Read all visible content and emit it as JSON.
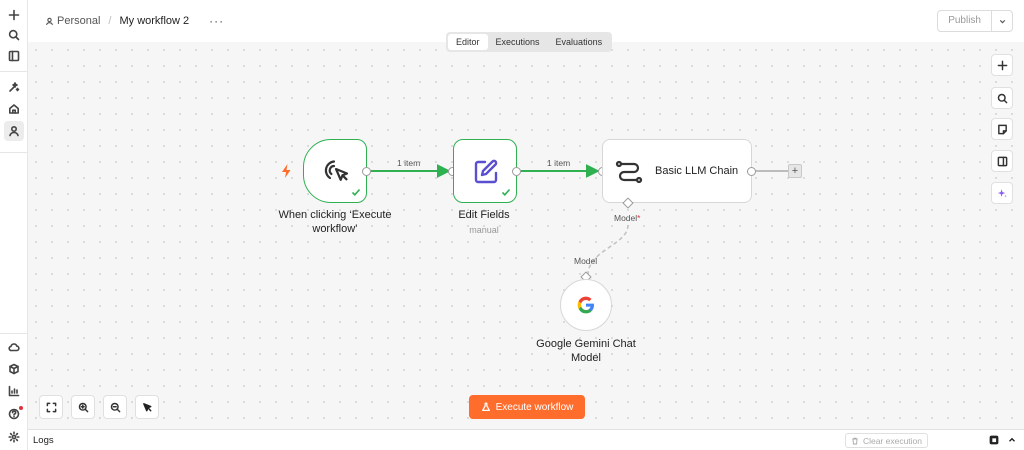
{
  "header": {
    "workspace": "Personal",
    "workflow_name": "My workflow 2",
    "more": "···",
    "publish_label": "Publish"
  },
  "tabs": [
    {
      "label": "Editor",
      "active": true
    },
    {
      "label": "Executions",
      "active": false
    },
    {
      "label": "Evaluations",
      "active": false
    }
  ],
  "nodes": {
    "trigger": {
      "label_line1": "When clicking ‘Execute",
      "label_line2": "workflow’"
    },
    "edit_fields": {
      "label": "Edit Fields",
      "sublabel": "manual"
    },
    "llm_chain": {
      "label": "Basic LLM Chain",
      "model_handle_label": "Model",
      "required_mark": "*"
    },
    "gemini": {
      "label_line1": "Google Gemini Chat",
      "label_line2": "Model",
      "handle_label": "Model"
    }
  },
  "edges": {
    "trigger_to_edit": "1 item",
    "edit_to_llm": "1 item"
  },
  "execute_button": "Execute workflow",
  "logs": {
    "title": "Logs",
    "clear_label": "Clear execution"
  },
  "colors": {
    "success": "#2fb152",
    "accent": "#ff6d2d",
    "edit_icon": "#5a4fcf",
    "ai_sparkle": "#8a5cf5"
  }
}
